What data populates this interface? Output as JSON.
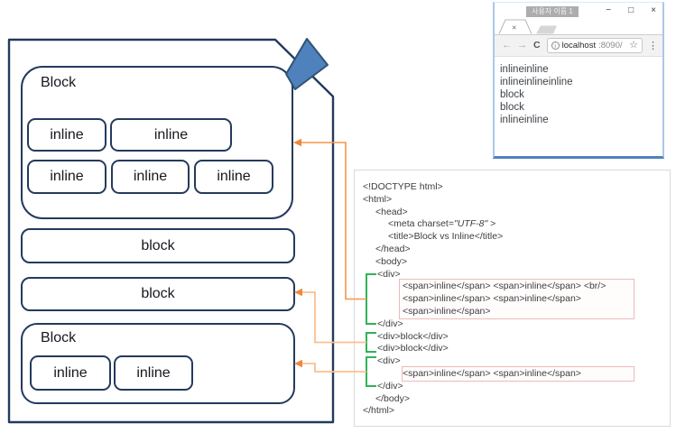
{
  "diagram": {
    "top_block": {
      "label": "Block",
      "row1": [
        "inline",
        "inline"
      ],
      "row2": [
        "inline",
        "inline",
        "inline"
      ]
    },
    "block_rows": [
      "block",
      "block"
    ],
    "bottom_block": {
      "label": "Block",
      "row": [
        "inline",
        "inline"
      ]
    }
  },
  "browser": {
    "window_title": "사용자 이름 1",
    "controls": {
      "minimize": "−",
      "maximize": "□",
      "close": "×"
    },
    "tab_close_glyph": "×",
    "nav": {
      "back": "←",
      "forward": "→",
      "refresh": "C",
      "menu_glyph": "⋮"
    },
    "address": {
      "info_glyph": "i",
      "host": "localhost",
      "port": ":8090/",
      "star_glyph": "☆"
    },
    "content_lines": [
      "inlineinline",
      "inlineinlineinline",
      "block",
      "block",
      "inlineinline"
    ]
  },
  "code": {
    "lines": [
      "<!DOCTYPE html>",
      "<html>",
      "<head>",
      {
        "pre": "<meta charset=",
        "italic": "\"UTF-8\"",
        "post": " >"
      },
      "<title>Block vs Inline</title>",
      "</head>",
      "<body>",
      "<div>",
      "<span>inline</span> <span>inline</span> <br/>",
      "<span>inline</span> <span>inline</span>",
      "<span>inline</span>",
      "</div>",
      "<div>block</div>",
      "<div>block</div>",
      "<div>",
      "<span>inline</span> <span>inline</span>",
      "</div>",
      "</body>",
      "</html>"
    ]
  },
  "colors": {
    "navy_border": "#243a5e",
    "flap_fill": "#4f81bd",
    "flap_stroke": "#2f5376",
    "connector_orange": "#f79646",
    "connector_light_orange": "#fbc091",
    "arrowhead_orange": "#f0873b",
    "bracket_green": "#2eb457",
    "pink_box_border": "#eebaba",
    "code_panel_border": "#d9d9d9",
    "browser_frame_blue": "#4f81bd",
    "browser_frame_light": "#a8c8e8",
    "toolbar_grey": "#f2f2f2"
  }
}
